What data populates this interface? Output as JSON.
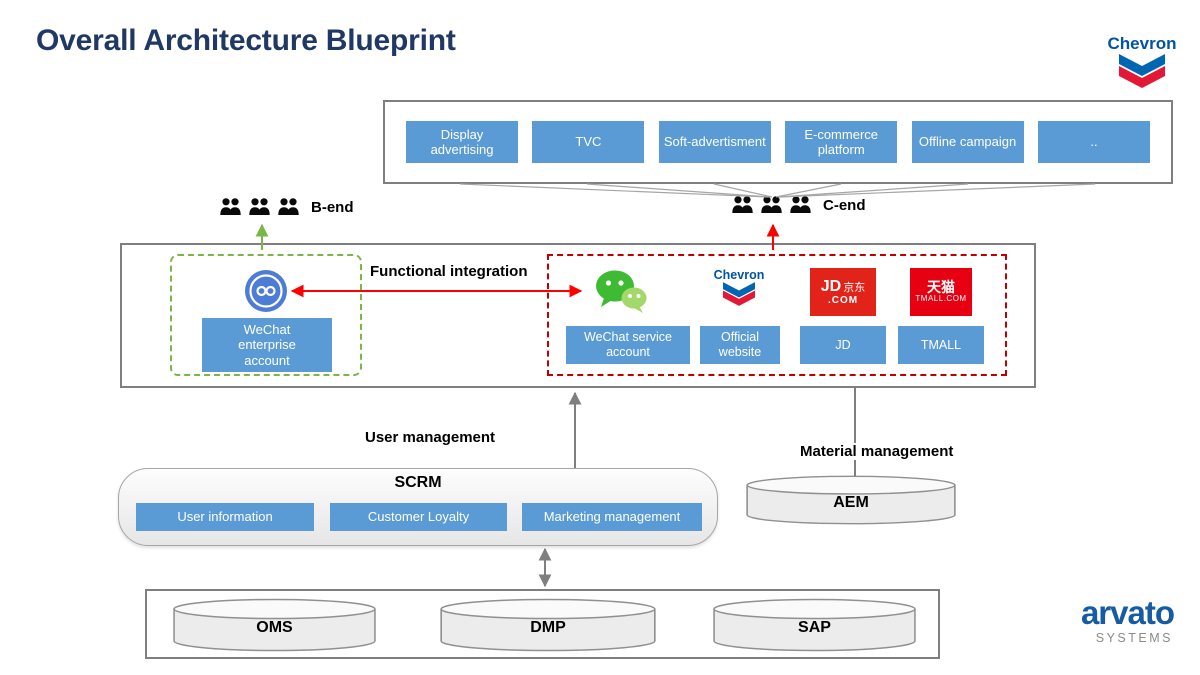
{
  "title": "Overall Architecture Blueprint",
  "chevron_brand": {
    "wordmark": "Chevron"
  },
  "channels": [
    "Display advertising",
    "TVC",
    "Soft-advertisment",
    "E-commerce platform",
    "Offline campaign",
    ".."
  ],
  "audiences": {
    "b_end": "B-end",
    "c_end": "C-end"
  },
  "integration": {
    "label": "Functional integration"
  },
  "b_zone": {
    "account": "WeChat enterprise account"
  },
  "c_zone": {
    "wechat_service": "WeChat service account",
    "official_website": "Official website",
    "jd": "JD",
    "tmall": "TMALL"
  },
  "logos": {
    "chevron": "Chevron",
    "jd_text": "JD",
    "jd_cn": "京东",
    "jd_com": ".COM",
    "tmall_cn": "天猫",
    "tmall_com": "TMALL.COM"
  },
  "management": {
    "user": "User management",
    "material": "Material management"
  },
  "scrm": {
    "title": "SCRM",
    "modules": [
      "User information",
      "Customer Loyalty",
      "Marketing management"
    ]
  },
  "aem": {
    "label": "AEM"
  },
  "backend": [
    "OMS",
    "DMP",
    "SAP"
  ],
  "arvato_brand": {
    "wordmark": "arvato",
    "subtitle": "SYSTEMS"
  },
  "colors": {
    "accent_blue": "#5B9BD5",
    "title_navy": "#1F3864",
    "b_green": "#7AB648",
    "c_red": "#C00000"
  }
}
